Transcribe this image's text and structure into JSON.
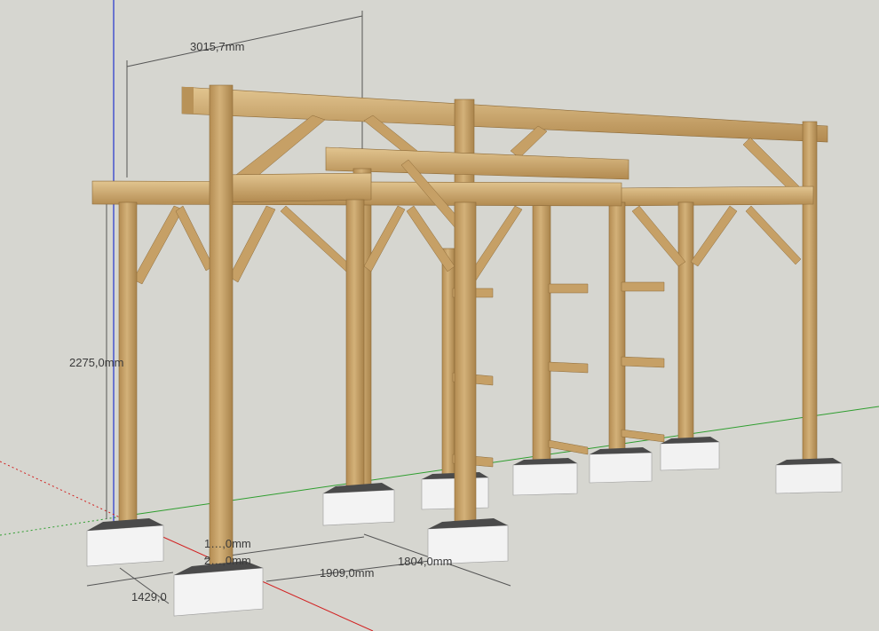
{
  "app": {
    "name": "3D modeling viewport"
  },
  "dimensions": {
    "top_width": "3015,7mm",
    "height": "2275,0mm",
    "span_a": "1…,0mm",
    "span_b": "2…,0mm",
    "span_c": "1909,0mm",
    "span_d": "1804,0mm",
    "span_e": "1429,0"
  },
  "colors": {
    "background": "#d6d6d0",
    "wood": "#c9a56a",
    "wood_dark": "#a6824a",
    "wood_light": "#ddbf8a",
    "footing": "#f3f3f3",
    "footing_shade": "#c8c8c8",
    "footing_top": "#4a4a4a",
    "axis_red": "#d22020",
    "axis_green": "#2f9e2f",
    "axis_blue": "#2233cc"
  },
  "icons": {
    "axes": "axes-icon"
  }
}
